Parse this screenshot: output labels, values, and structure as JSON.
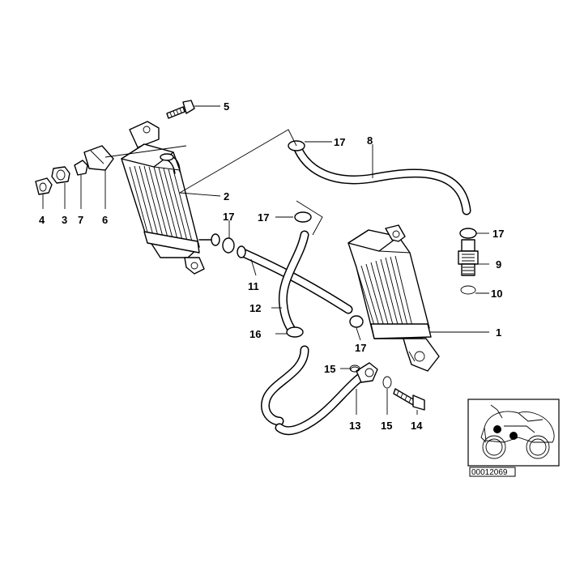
{
  "labels": {
    "p1": "1",
    "p2": "2",
    "p3": "3",
    "p4": "4",
    "p5": "5",
    "p6": "6",
    "p7": "7",
    "p8": "8",
    "p9": "9",
    "p10": "10",
    "p11": "11",
    "p12": "12",
    "p13": "13",
    "p14": "14",
    "p15a": "15",
    "p15b": "15",
    "p16": "16",
    "p17a": "17",
    "p17b": "17",
    "p17c": "17",
    "p17d": "17",
    "p17e": "17"
  },
  "reference_code": "00012069",
  "colors": {
    "line": "#000000",
    "background": "#ffffff"
  }
}
